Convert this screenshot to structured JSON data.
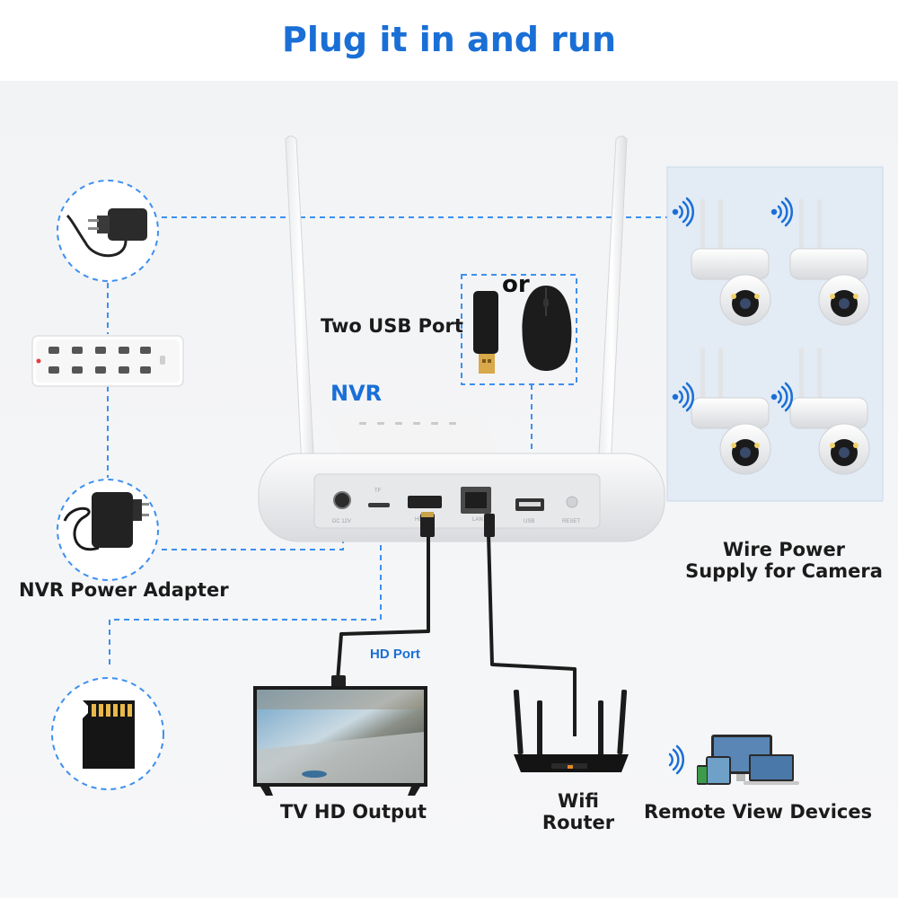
{
  "title": "Plug it in and run",
  "labels": {
    "two_usb_port": "Two USB Port",
    "or": "or",
    "nvr": "NVR",
    "nvr_power_adapter": "NVR Power Adapter",
    "wire_power_line1": "Wire Power",
    "wire_power_line2": "Supply for Camera",
    "hd_port": "HD Port",
    "tv_hd_output": "TV HD Output",
    "wifi_line1": "Wifi",
    "wifi_line2": "Router",
    "remote_view_devices": "Remote View Devices"
  },
  "nvr_ports": [
    "DC 12V",
    "TF",
    "HDMI",
    "LAN",
    "USB",
    "RESET"
  ],
  "colors": {
    "accent": "#1a6fd6",
    "dashed_line": "#3d8ff0",
    "panel": "#f2f3f5",
    "cable": "#1c1c1c"
  }
}
